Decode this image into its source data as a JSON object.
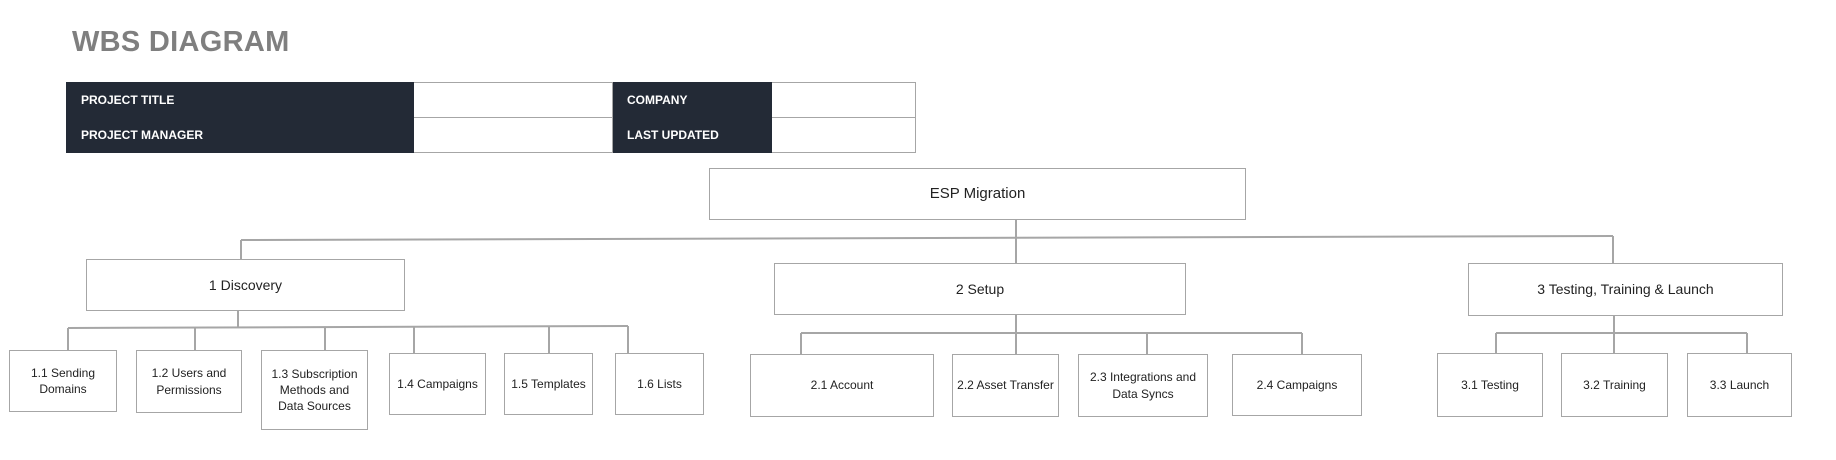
{
  "title": "WBS DIAGRAM",
  "info": {
    "project_title_label": "PROJECT TITLE",
    "project_title_value": "",
    "company_label": "COMPANY",
    "company_value": "",
    "project_manager_label": "PROJECT MANAGER",
    "project_manager_value": "",
    "last_updated_label": "LAST UPDATED",
    "last_updated_value": ""
  },
  "colors": {
    "header_fill": "#232a36",
    "border": "#a6a6a6",
    "title": "#7f7f7f",
    "connector": "#a6a6a6"
  },
  "root": {
    "label": "ESP Migration"
  },
  "level1": [
    {
      "label": "1 Discovery",
      "children": [
        "1.1 Sending Domains",
        "1.2 Users and Permissions",
        "1.3 Subscription Methods and Data Sources",
        "1.4 Campaigns",
        "1.5 Templates",
        "1.6 Lists"
      ]
    },
    {
      "label": "2 Setup",
      "children": [
        "2.1 Account",
        "2.2 Asset Transfer",
        "2.3 Integrations and Data Syncs",
        "2.4 Campaigns"
      ]
    },
    {
      "label": "3 Testing, Training & Launch",
      "children": [
        "3.1 Testing",
        "3.2 Training",
        "3.3 Launch"
      ]
    }
  ]
}
